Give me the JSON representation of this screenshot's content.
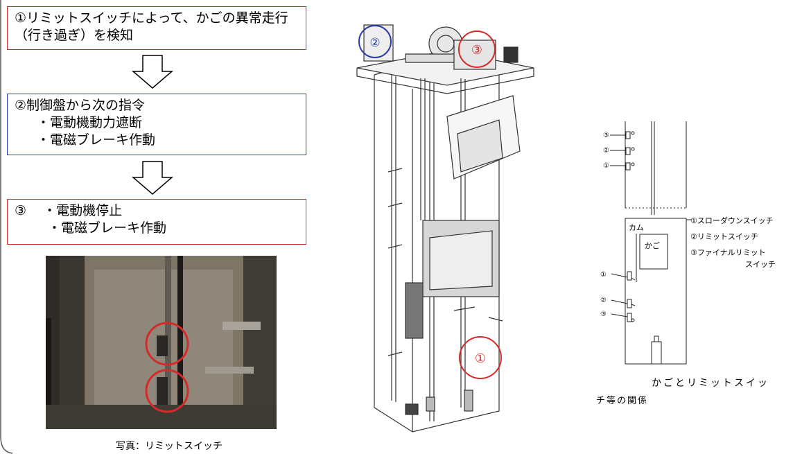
{
  "steps": {
    "step1": {
      "lines": [
        "①リミットスイッチによって、かごの異常走行",
        "（行き過ぎ）を検知"
      ],
      "border_color": "#d42a2a"
    },
    "step2": {
      "title": "②制御盤から次の指令",
      "items": [
        "・電動機動力遮断",
        "・電磁ブレーキ作動"
      ],
      "border_color": "#2a3ea8"
    },
    "step3": {
      "number": "③",
      "items": [
        "・電動機停止",
        "・電磁ブレーキ作動"
      ],
      "border_color": "#d42a2a"
    }
  },
  "photo": {
    "caption": "写真：リミットスイッチ"
  },
  "elevator": {
    "markers": [
      {
        "label": "②",
        "color": "#2a3ea8"
      },
      {
        "label": "③",
        "color": "#d42a2a"
      },
      {
        "label": "①",
        "color": "#d42a2a"
      }
    ]
  },
  "schematic": {
    "switch_labels_top": [
      "③",
      "②",
      "①"
    ],
    "switch_labels_bottom": [
      "①",
      "②",
      "③"
    ],
    "cam_label": "カム",
    "car_label": "かご",
    "legend": [
      {
        "num": "①",
        "text": "スローダウンスイッチ"
      },
      {
        "num": "②",
        "text": "リミットスイッチ"
      },
      {
        "num": "③",
        "text": "ファイナルリミット"
      }
    ],
    "legend_cont": "スイッチ",
    "caption_line1": "かごとリミットスイッ",
    "caption_line2": "チ等の関係"
  }
}
